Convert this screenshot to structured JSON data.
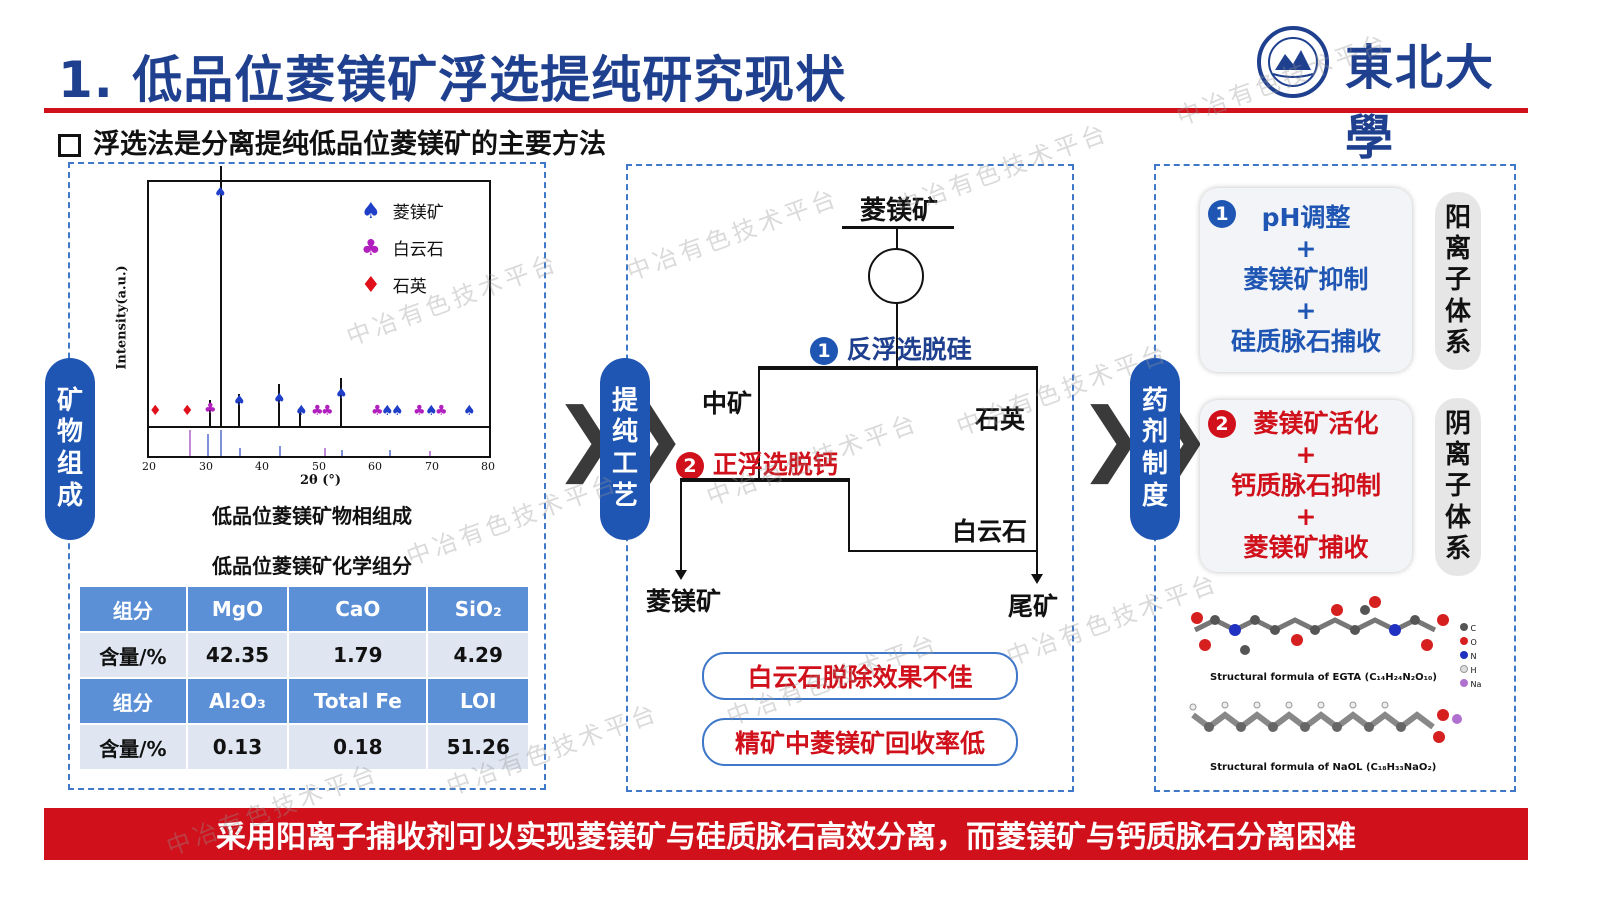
{
  "header": {
    "title": "1. 低品位菱镁矿浮选提纯研究现状",
    "logo_text": "東北大學",
    "subtitle": "浮选法是分离提纯低品位菱镁矿的主要方法"
  },
  "left_panel": {
    "pill": [
      "矿",
      "物",
      "组",
      "成"
    ],
    "xrd": {
      "ylabel": "Intensity(a.u.)",
      "xlabel": "2θ (°)",
      "x_ticks": [
        "20",
        "30",
        "40",
        "50",
        "60",
        "70",
        "80"
      ],
      "legend": [
        {
          "symbol": "♠",
          "label": "菱镁矿",
          "color": "#1f3fc8"
        },
        {
          "symbol": "♣",
          "label": "白云石",
          "color": "#b21fbf"
        },
        {
          "symbol": "♦",
          "label": "石英",
          "color": "#e0101a"
        }
      ],
      "caption": "低品位菱镁矿物相组成"
    },
    "table_caption": "低品位菱镁矿化学组分",
    "table": {
      "rows": [
        {
          "type": "head",
          "cells": [
            "组分",
            "MgO",
            "CaO",
            "SiO₂"
          ]
        },
        {
          "type": "val",
          "cells": [
            "含量/%",
            "42.35",
            "1.79",
            "4.29"
          ]
        },
        {
          "type": "head",
          "cells": [
            "组分",
            "Al₂O₃",
            "Total Fe",
            "LOI"
          ]
        },
        {
          "type": "val",
          "cells": [
            "含量/%",
            "0.13",
            "0.18",
            "51.26"
          ]
        }
      ]
    }
  },
  "middle_panel": {
    "pill": [
      "提",
      "纯",
      "工",
      "艺"
    ],
    "feed": "菱镁矿",
    "step1_num": "1",
    "step1": "反浮选脱硅",
    "middlings": "中矿",
    "quartz": "石英",
    "step2_num": "2",
    "step2": "正浮选脱钙",
    "dolomite": "白云石",
    "concentrate": "菱镁矿",
    "tailings": "尾矿",
    "notes": [
      "白云石脱除效果不佳",
      "精矿中菱镁矿回收率低"
    ]
  },
  "right_panel": {
    "pill": [
      "药",
      "剂",
      "制",
      "度"
    ],
    "card1": {
      "num": "1",
      "lines": [
        "pH调整",
        "+",
        "菱镁矿抑制",
        "+",
        "硅质脉石捕收"
      ]
    },
    "card1_side": [
      "阳",
      "离",
      "子",
      "体",
      "系"
    ],
    "card2": {
      "num": "2",
      "lines": [
        "菱镁矿活化",
        "+",
        "钙质脉石抑制",
        "+",
        "菱镁矿捕收"
      ]
    },
    "card2_side": [
      "阴",
      "离",
      "子",
      "体",
      "系"
    ],
    "mol1_caption": "Structural formula of EGTA (C₁₄H₂₄N₂O₁₀)",
    "mol2_caption": "Structural formula of NaOL (C₁₈H₃₃NaO₂)",
    "mol_legend": [
      "C",
      "O",
      "N",
      "H",
      "Na"
    ]
  },
  "footer": {
    "banner": "采用阳离子捕收剂可以实现菱镁矿与硅质脉石高效分离，而菱镁矿与钙质脉石分离困难"
  },
  "watermark": "中冶有色技术平台",
  "colors": {
    "brand_blue": "#1f3f8f",
    "accent_red": "#d0101a",
    "pill_blue": "#1f56b4",
    "table_head": "#5b8fd6"
  }
}
